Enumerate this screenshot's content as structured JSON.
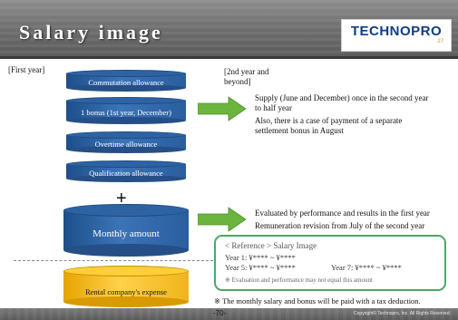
{
  "header": {
    "title": "Salary image",
    "logo": "TECHNOPRO",
    "logo_tagline": "27"
  },
  "labels": {
    "first_year": "[First year]",
    "second_year_line1": "[2nd year and",
    "second_year_line2": "beyond]"
  },
  "cylinders": {
    "commutation": "Commutation allowance",
    "bonus": "1 bonus (1st year, December)",
    "overtime": "Overtime allowance",
    "qualification": "Qualification allowance",
    "monthly": "Monthly amount",
    "rental": "Rental company's expense"
  },
  "plus_sign": "+",
  "bonus_text": {
    "line1": "Supply (June and December) once in the second year",
    "line2": "to half year",
    "line3": "Also, there is a case of payment of a separate",
    "line4": "settlement bonus in August"
  },
  "monthly_text": {
    "line1": "Evaluated by performance and results in the first year",
    "line2": "Remuneration revision from July of the second year"
  },
  "reference": {
    "title": "< Reference > Salary Image",
    "year1": "Year 1: ¥****  ~  ¥****",
    "year5": "Year 5: ¥****  ~  ¥****",
    "year7": "Year 7: ¥****  ~  ¥****",
    "note": "※ Evaluation and performance may not equal this amount"
  },
  "tax_note": "※ The monthly salary and bonus will be paid with a tax deduction.",
  "footer": {
    "page": "-70-",
    "copyright": "Copyright© Technopro, Inc. All Rights Reserved."
  },
  "colors": {
    "cylinder_blue": "#2e63a3",
    "cylinder_yellow": "#ffcf3a",
    "arrow_green": "#6bb53e",
    "reference_border": "#4aa866"
  }
}
